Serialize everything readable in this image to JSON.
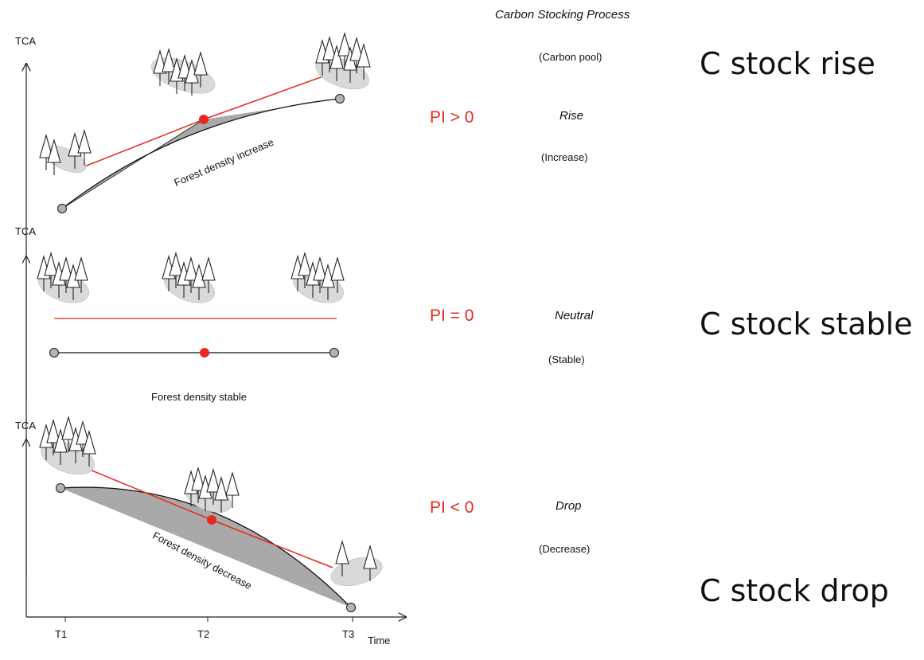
{
  "header": {
    "title": "Carbon Stocking Process",
    "carbon_pool": "(Carbon pool)"
  },
  "axes": {
    "y_label": "TCA",
    "x_label": "Time",
    "ticks": [
      "T1",
      "T2",
      "T3"
    ]
  },
  "panels": [
    {
      "id": "rise",
      "curve_label": "Forest density increase",
      "pi": "PI > 0",
      "process": "Rise",
      "process_sub": "(Increase)",
      "c_stock": "C stock rise"
    },
    {
      "id": "stable",
      "curve_label": "Forest density stable",
      "pi": "PI = 0",
      "process": "Neutral",
      "process_sub": "(Stable)",
      "c_stock": "C stock stable"
    },
    {
      "id": "drop",
      "curve_label": "Forest density decrease",
      "pi": "PI < 0",
      "process": "Drop",
      "process_sub": "(Decrease)",
      "c_stock": "C  stock drop"
    }
  ],
  "colors": {
    "red": "#e8281e",
    "shade": "#a9a9a9",
    "node": "#b4b4b4",
    "forest": "#d9d9d9"
  },
  "icons": [
    "tree-cluster-icon"
  ]
}
